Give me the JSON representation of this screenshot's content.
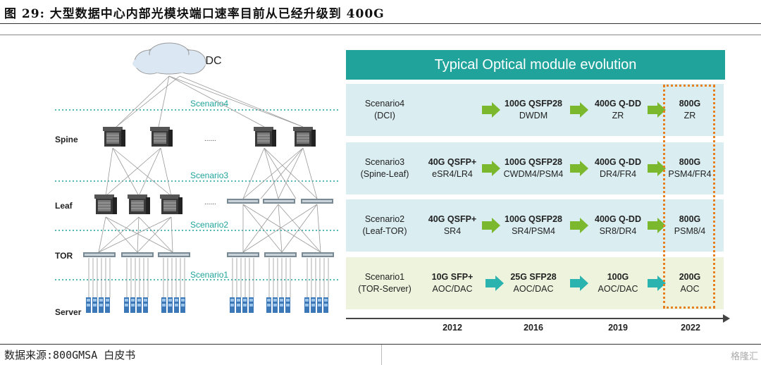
{
  "figure": {
    "title": "图 29:  大型数据中心内部光模块端口速率目前从已经升级到 400G"
  },
  "footer": {
    "source": "数据来源:800GMSA 白皮书",
    "watermark": "格隆汇"
  },
  "topology": {
    "cloud_label": "DC",
    "layers": [
      "Spine",
      "Leaf",
      "TOR",
      "Server"
    ],
    "scenarios": [
      "Scenario4",
      "Scenario3",
      "Scenario2",
      "Scenario1"
    ],
    "ellipsis": "......"
  },
  "panel": {
    "header": "Typical Optical module evolution",
    "rows": [
      {
        "scenario": [
          "Scenario4",
          "(DCI)"
        ],
        "c2012": [
          "",
          ""
        ],
        "c2016": [
          "100G QSFP28",
          "DWDM"
        ],
        "c2019": [
          "400G Q-DD",
          "ZR"
        ],
        "c2022": [
          "800G",
          "ZR"
        ]
      },
      {
        "scenario": [
          "Scenario3",
          "(Spine-Leaf)"
        ],
        "c2012": [
          "40G QSFP+",
          "eSR4/LR4"
        ],
        "c2016": [
          "100G QSFP28",
          "CWDM4/PSM4"
        ],
        "c2019": [
          "400G Q-DD",
          "DR4/FR4"
        ],
        "c2022": [
          "800G",
          "PSM4/FR4"
        ]
      },
      {
        "scenario": [
          "Scenario2",
          "(Leaf-TOR)"
        ],
        "c2012": [
          "40G QSFP+",
          "SR4"
        ],
        "c2016": [
          "100G QSFP28",
          "SR4/PSM4"
        ],
        "c2019": [
          "400G Q-DD",
          "SR8/DR4"
        ],
        "c2022": [
          "800G",
          "PSM8/4"
        ]
      },
      {
        "scenario": [
          "Scenario1",
          "(TOR-Server)"
        ],
        "c2012": [
          "10G SFP+",
          "AOC/DAC"
        ],
        "c2016": [
          "25G SFP28",
          "AOC/DAC"
        ],
        "c2019": [
          "100G",
          "AOC/DAC"
        ],
        "c2022": [
          "200G",
          "AOC"
        ]
      }
    ],
    "years": [
      "2012",
      "2016",
      "2019",
      "2022"
    ]
  },
  "colors": {
    "header_teal": "#1fa39b",
    "arrow_green": "#7cb82e",
    "arrow_teal": "#2bb3b0",
    "highlight_orange": "#e8801f",
    "row_blue": "#daedf1",
    "row_green": "#eef3dd"
  }
}
